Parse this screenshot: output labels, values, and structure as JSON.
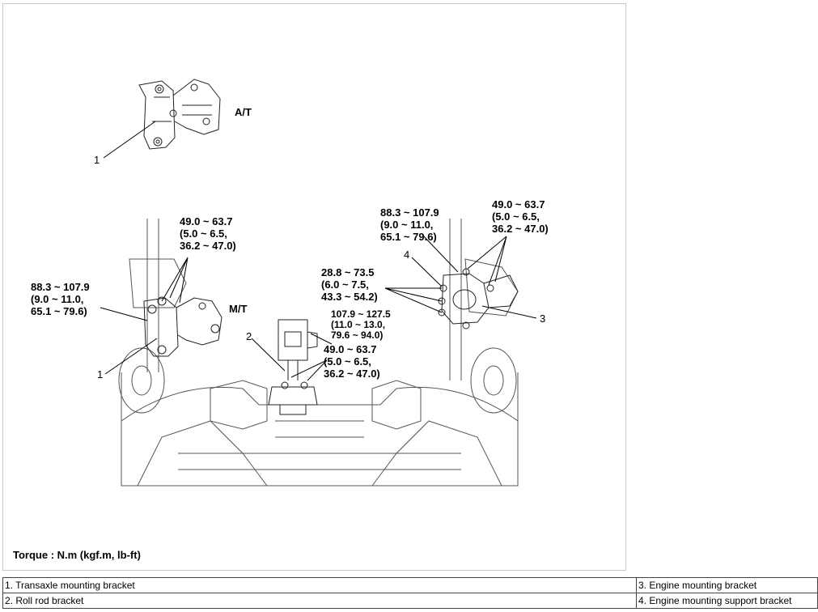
{
  "diagram": {
    "labels": {
      "at": "A/T",
      "mt": "M/T",
      "torque_a": "49.0 ~ 63.7\n(5.0 ~ 6.5,\n36.2 ~ 47.0)",
      "torque_b": "88.3 ~ 107.9\n(9.0 ~ 11.0,\n65.1 ~ 79.6)",
      "torque_c": "107.9 ~ 127.5\n(11.0 ~ 13.0,\n79.6 ~ 94.0)",
      "torque_d": "49.0 ~ 63.7\n(5.0 ~ 6.5,\n36.2 ~ 47.0)",
      "torque_e": "28.8 ~ 73.5\n(6.0 ~ 7.5,\n43.3 ~ 54.2)",
      "torque_f": "88.3 ~ 107.9\n(9.0 ~ 11.0,\n65.1 ~ 79.6)",
      "torque_g": "49.0 ~ 63.7\n(5.0 ~ 6.5,\n36.2 ~ 47.0)"
    },
    "callouts": {
      "c1_top": "1",
      "c1_left": "1",
      "c2": "2",
      "c3": "3",
      "c4": "4"
    },
    "torque_unit": "Torque : N.m (kgf.m, lb-ft)"
  },
  "legend": {
    "rows": [
      [
        "1. Transaxle mounting bracket",
        "3. Engine mounting bracket"
      ],
      [
        "2. Roll rod bracket",
        "4. Engine mounting support bracket"
      ]
    ]
  }
}
